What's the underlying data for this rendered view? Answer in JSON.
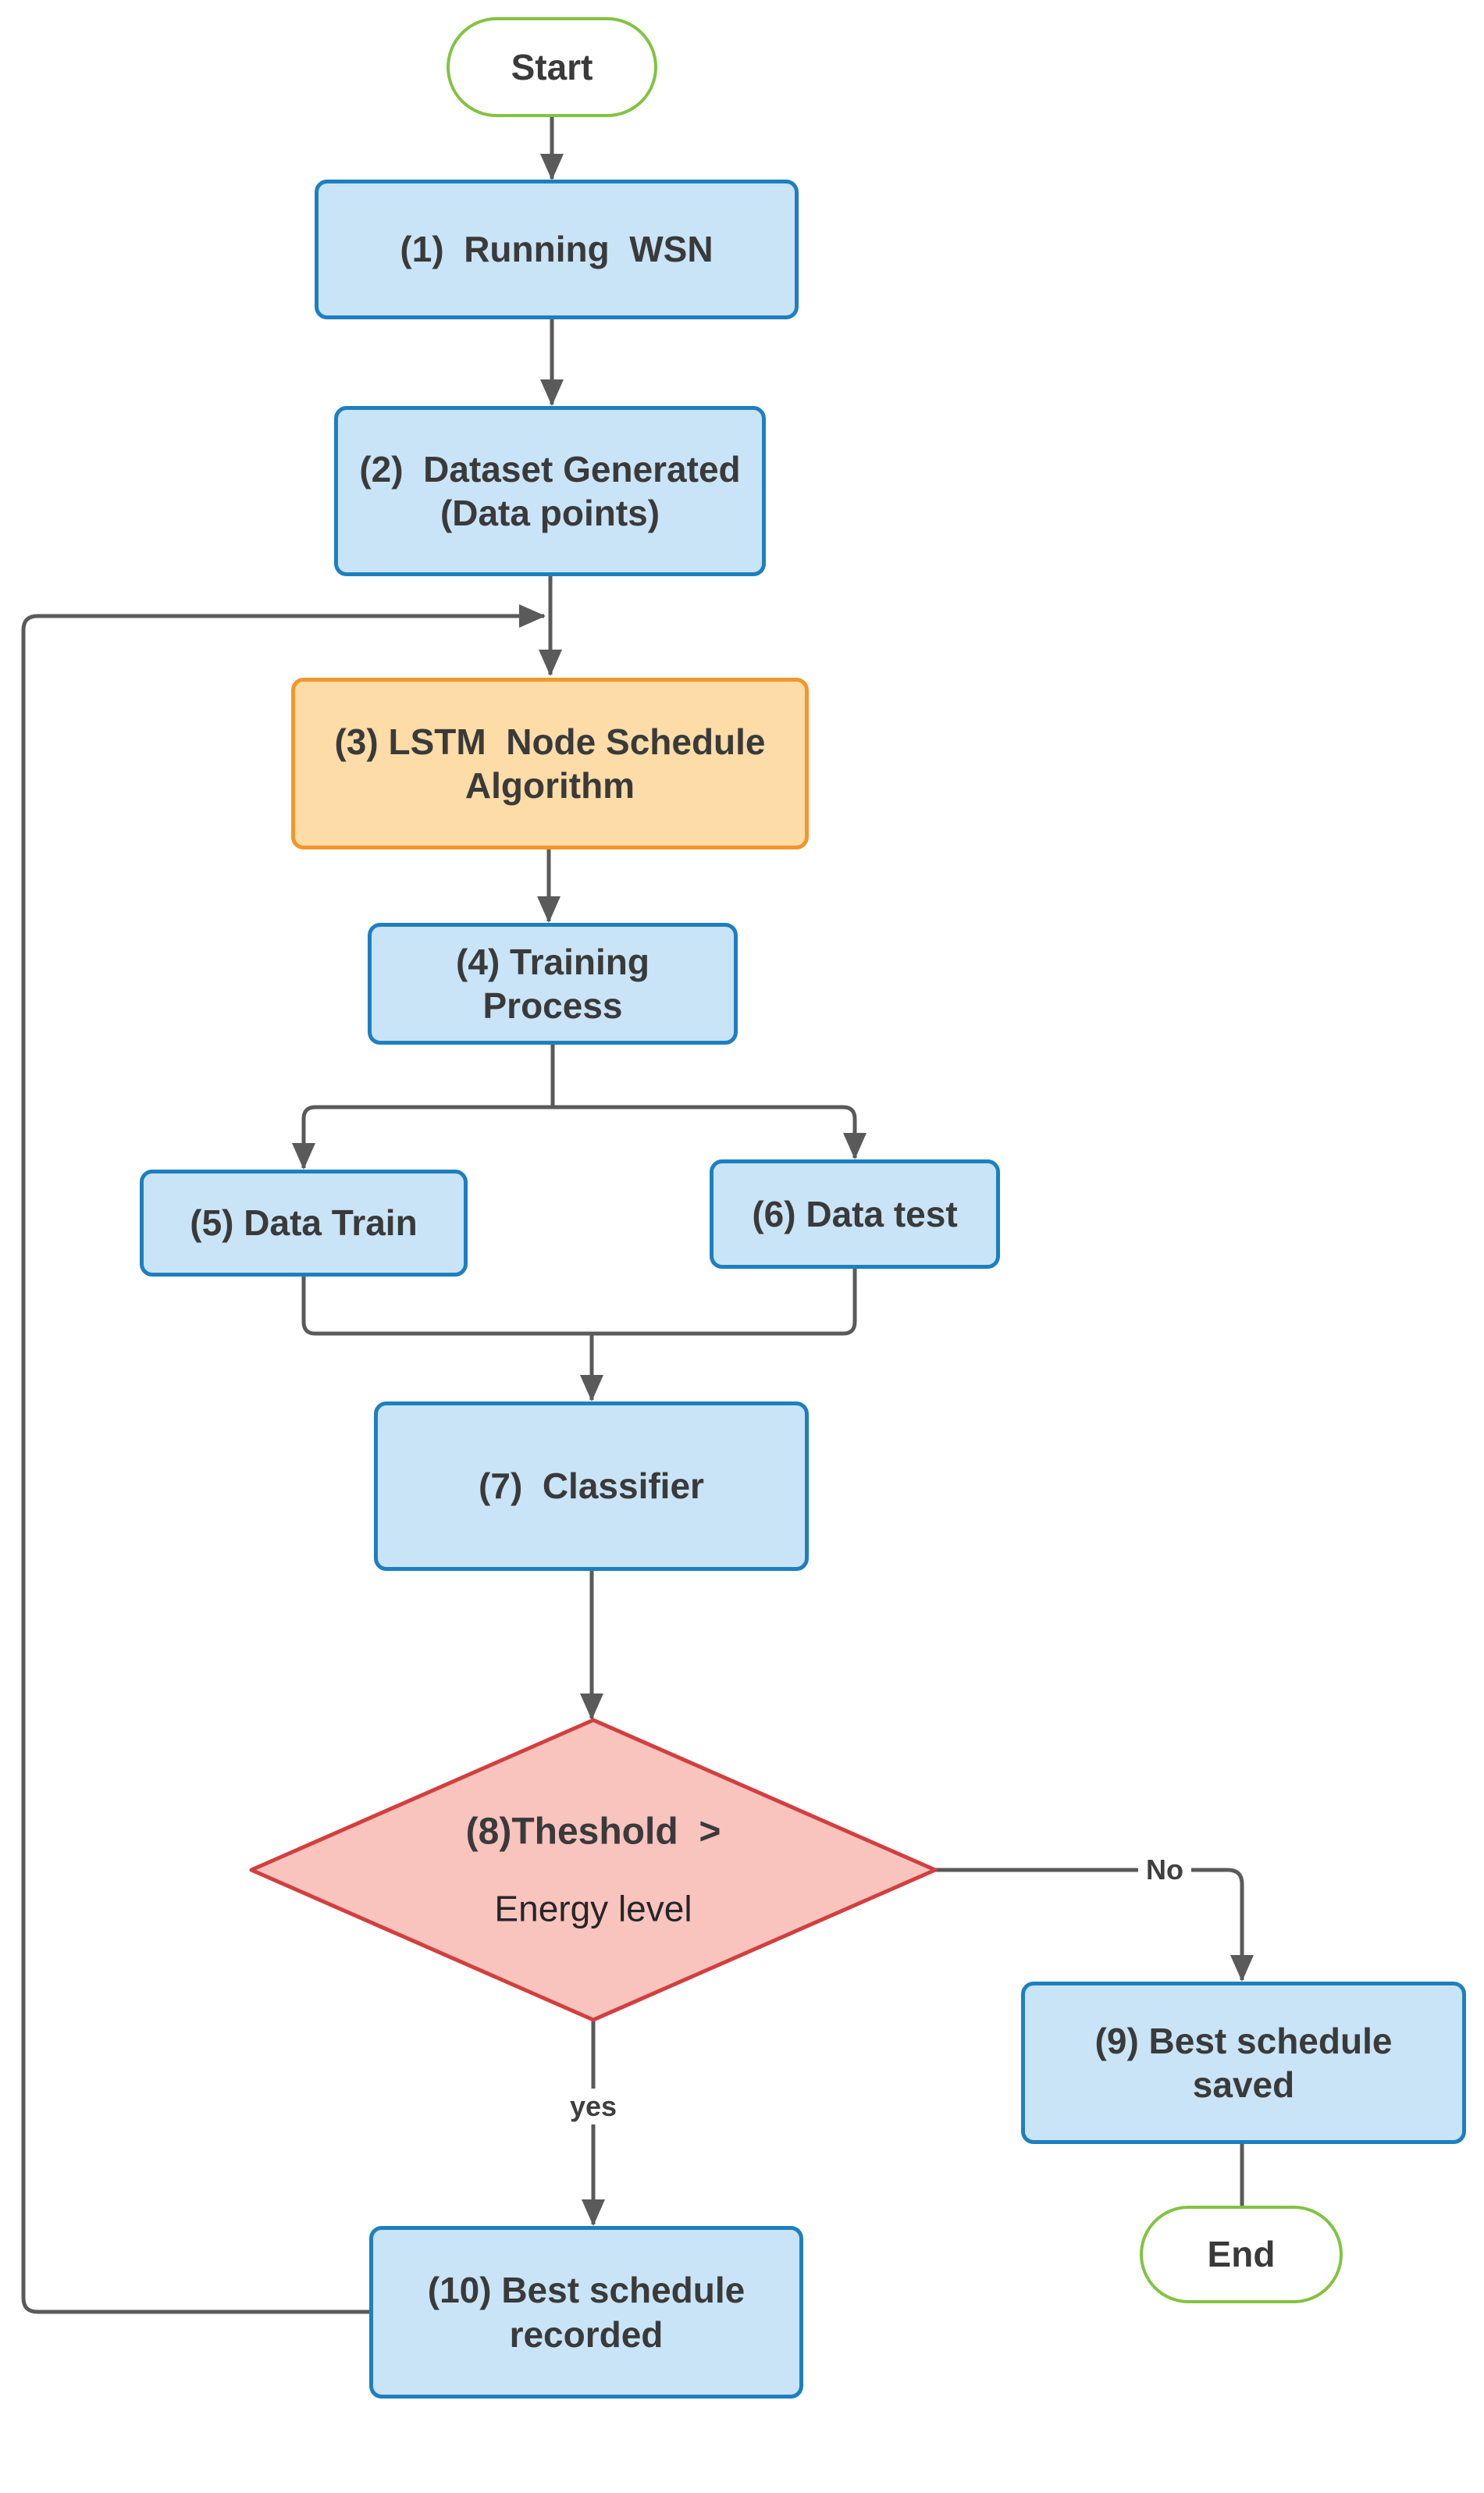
{
  "flowchart": {
    "nodes": {
      "start": {
        "label": "Start"
      },
      "step1": {
        "label": "(1)  Running  WSN"
      },
      "step2": {
        "line1": "(2)  Dataset Generated",
        "line2": "(Data points)"
      },
      "step3": {
        "line1": "(3) LSTM  Node Schedule",
        "line2": "Algorithm"
      },
      "step4": {
        "line1": "(4) Training",
        "line2": "Process"
      },
      "step5": {
        "label": "(5) Data Train"
      },
      "step6": {
        "label": "(6) Data test"
      },
      "step7": {
        "label": "(7)  Classifier"
      },
      "decision8": {
        "line1": "(8)Theshold  >",
        "line2": "Energy level"
      },
      "step9": {
        "line1": "(9) Best schedule",
        "line2": "saved"
      },
      "step10": {
        "line1": "(10) Best schedule",
        "line2": "recorded"
      },
      "end": {
        "label": "End"
      }
    },
    "edge_labels": {
      "yes": "yes",
      "no": "No"
    },
    "colors": {
      "process_fill": "#C9E4F7",
      "process_stroke": "#1E7FC0",
      "highlight_fill": "#FEDCA7",
      "highlight_stroke": "#F2962B",
      "decision_fill": "#F9C3BE",
      "decision_stroke": "#D23F3F",
      "terminal_fill": "#FFFFFF",
      "terminal_stroke": "#82C341",
      "connector": "#5A5A5A",
      "text": "#3A3A3A"
    }
  }
}
